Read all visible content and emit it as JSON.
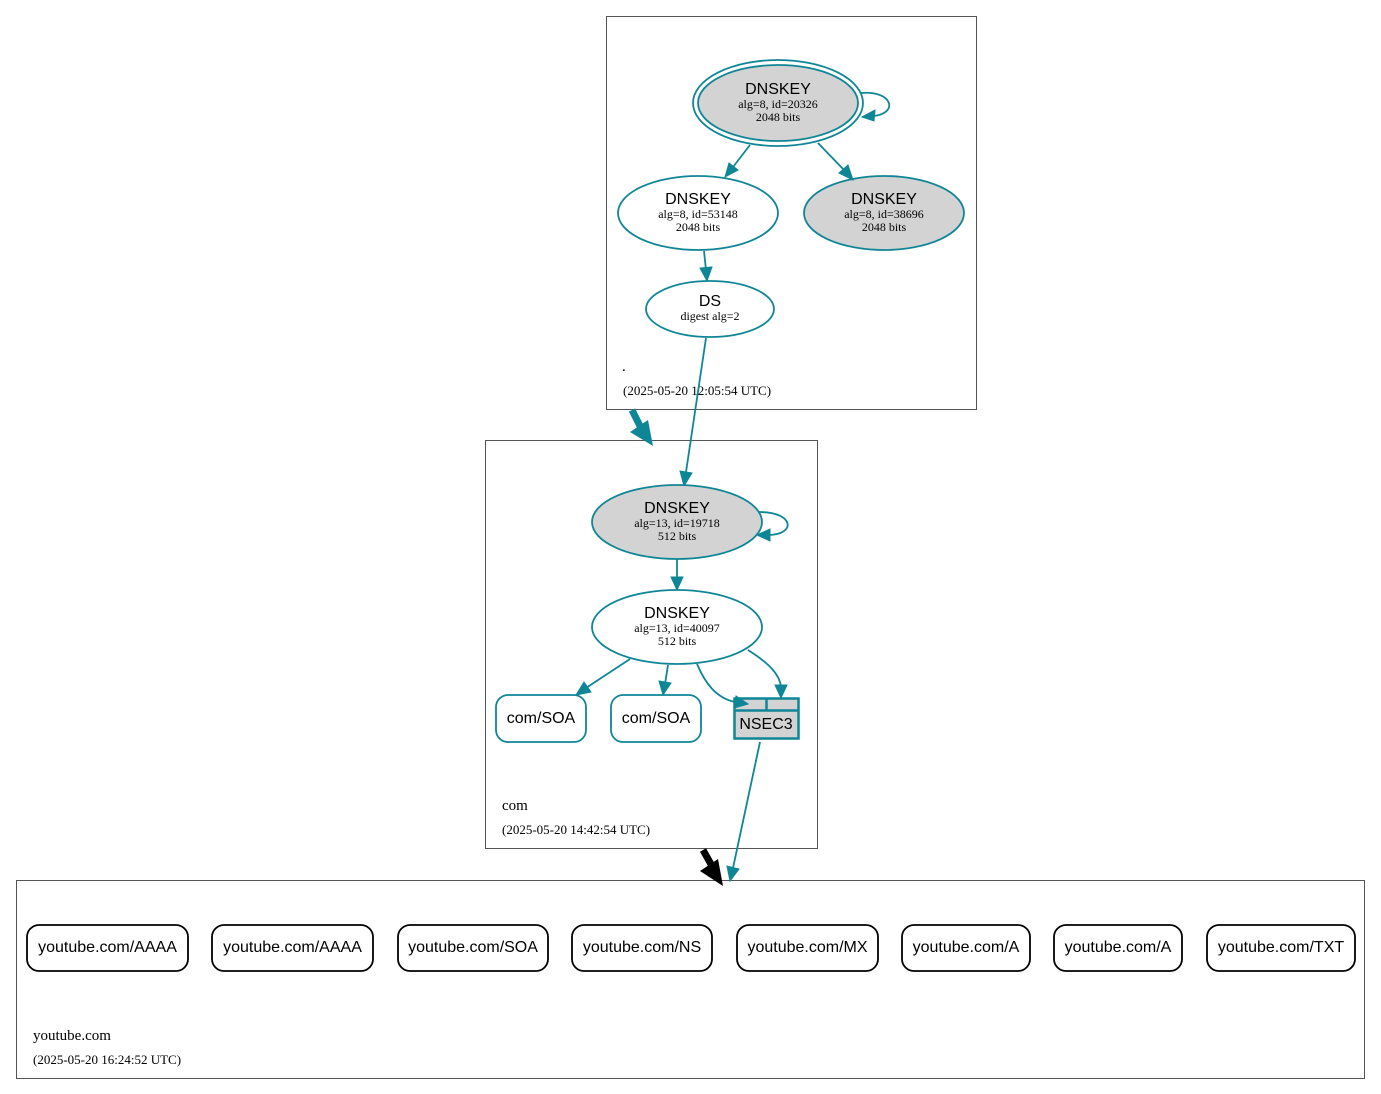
{
  "colors": {
    "accent": "#0f8696",
    "signed_fill": "#d3d3d3",
    "delegation_insecure": "#000000"
  },
  "zones": {
    "root": {
      "name": ".",
      "timestamp": "(2025-05-20 12:05:54 UTC)",
      "dnskeys": [
        {
          "title": "DNSKEY",
          "detail": "alg=8, id=20326",
          "size": "2048 bits"
        },
        {
          "title": "DNSKEY",
          "detail": "alg=8, id=53148",
          "size": "2048 bits"
        },
        {
          "title": "DNSKEY",
          "detail": "alg=8, id=38696",
          "size": "2048 bits"
        }
      ],
      "ds": {
        "title": "DS",
        "detail": "digest alg=2"
      }
    },
    "com": {
      "name": "com",
      "timestamp": "(2025-05-20 14:42:54 UTC)",
      "dnskeys": [
        {
          "title": "DNSKEY",
          "detail": "alg=13, id=19718",
          "size": "512 bits"
        },
        {
          "title": "DNSKEY",
          "detail": "alg=13, id=40097",
          "size": "512 bits"
        }
      ],
      "records": [
        "com/SOA",
        "com/SOA"
      ],
      "nsec3": "NSEC3"
    },
    "youtube": {
      "name": "youtube.com",
      "timestamp": "(2025-05-20 16:24:52 UTC)",
      "records": [
        "youtube.com/AAAA",
        "youtube.com/AAAA",
        "youtube.com/SOA",
        "youtube.com/NS",
        "youtube.com/MX",
        "youtube.com/A",
        "youtube.com/A",
        "youtube.com/TXT"
      ]
    }
  }
}
